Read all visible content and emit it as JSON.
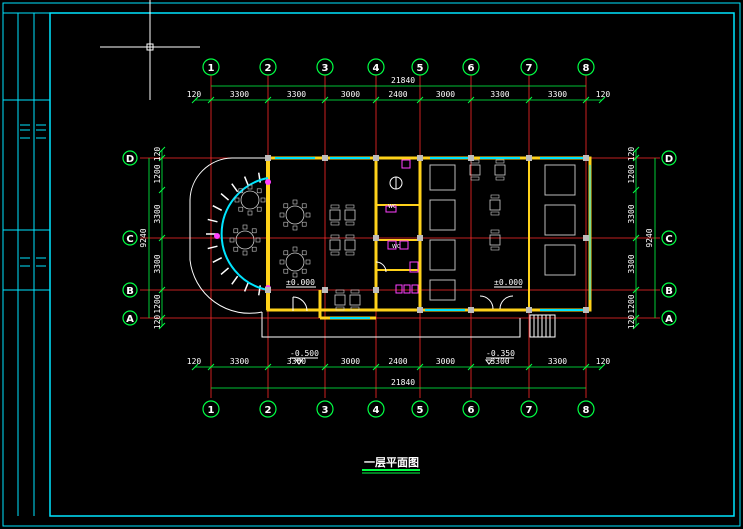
{
  "drawing": {
    "title": "一层平面图",
    "overall_dimension": "21840",
    "axes_columns": [
      "1",
      "2",
      "3",
      "4",
      "5",
      "6",
      "7",
      "8"
    ],
    "axes_rows": [
      "D",
      "C",
      "B",
      "A"
    ],
    "top_spans": [
      "120",
      "3300",
      "3300",
      "3000",
      "2400",
      "3000",
      "3300",
      "3300",
      "120"
    ],
    "bottom_spans": [
      "120",
      "3300",
      "3300",
      "3000",
      "2400",
      "3000",
      "3300",
      "3300",
      "120"
    ],
    "left_spans": [
      "120",
      "1200",
      "3300",
      "3300",
      "1200",
      "120"
    ],
    "left_total": "9240",
    "right_spans": [
      "120",
      "1200",
      "3300",
      "3300",
      "1200",
      "120"
    ],
    "right_total": "9240",
    "elevation_main": "±0.000",
    "elevation_outside_left": "-0.500",
    "elevation_outside_right": "-0.350",
    "elevation_right_room": "±0.000",
    "room_wc_1": "WC",
    "room_wc_2": "WC",
    "room_hall": "±0.000"
  },
  "colors": {
    "frame": "#00e5ff",
    "axis": "#ff2a2a",
    "wall": "#ffd21a",
    "dimension": "#00ff44",
    "furniture": "#d0d0d0",
    "fixture": "#ff40ff",
    "text": "#ffffff"
  }
}
